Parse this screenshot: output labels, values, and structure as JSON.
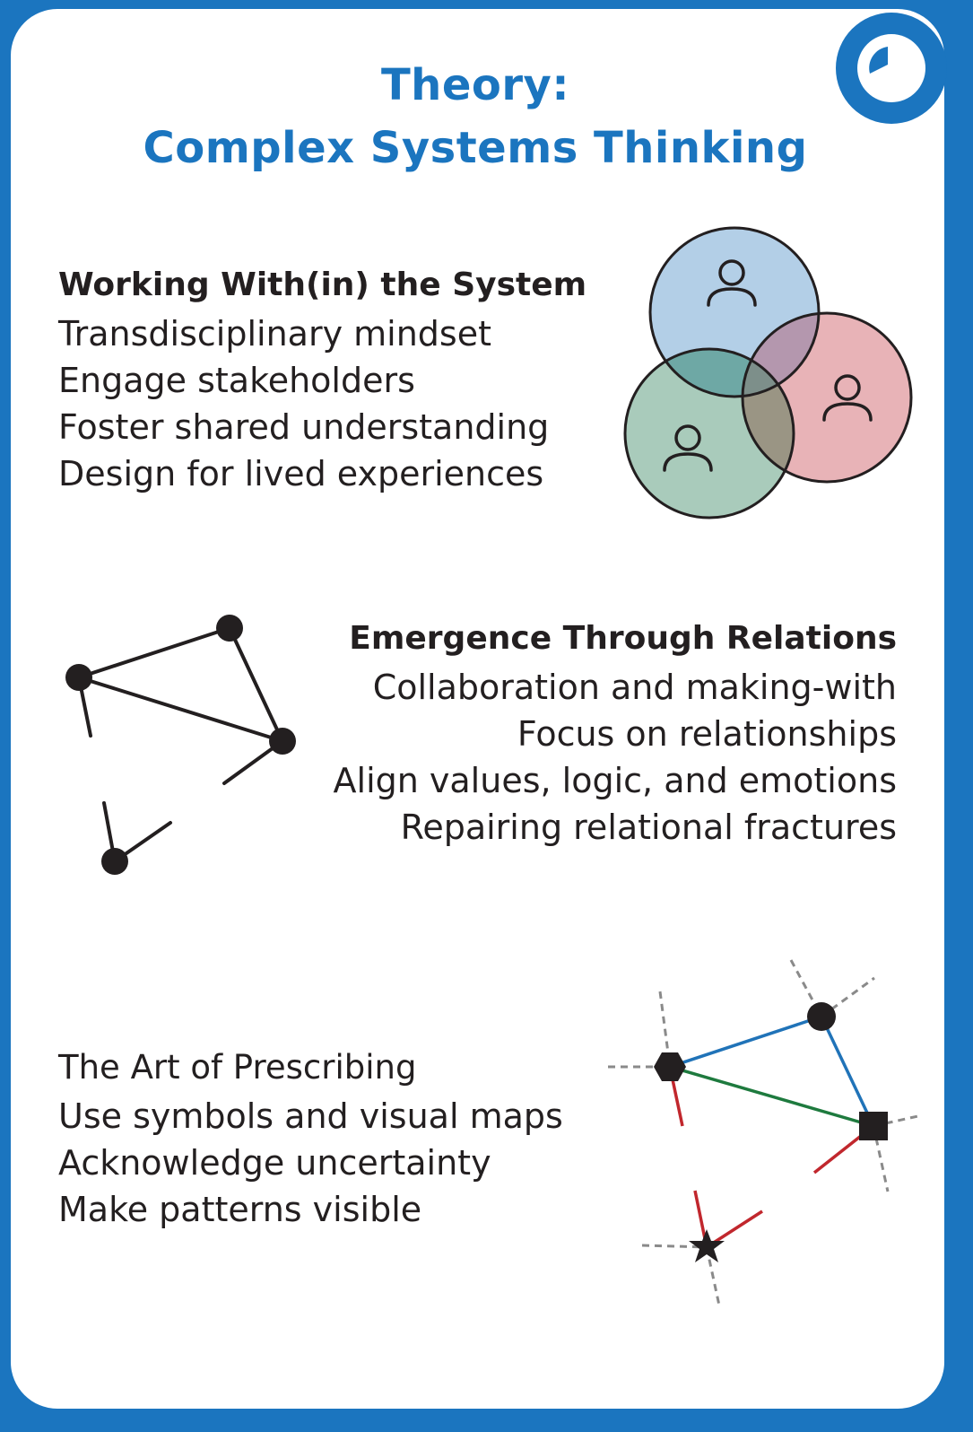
{
  "title": {
    "line1": "Theory:",
    "line2": "Complex Systems Thinking"
  },
  "badge": {
    "icon": "pie-chart-icon"
  },
  "colors": {
    "brand_blue": "#1b75bf",
    "text": "#231f20",
    "circle_blue": "#b3cfe7",
    "circle_pink": "#e8b3b7",
    "circle_green": "#a9cbbb",
    "edge_blue": "#2073b8",
    "edge_green": "#1e7a3e",
    "edge_red": "#c1272d",
    "edge_dashed": "#8a8a8a"
  },
  "sections": [
    {
      "heading": "Working With(in) the System",
      "items": [
        "Transdisciplinary mindset",
        "Engage stakeholders",
        "Foster shared understanding",
        "Design for lived experiences"
      ],
      "icon": "venn-people-icon"
    },
    {
      "heading": "Emergence Through Relations",
      "items": [
        "Collaboration and making-with",
        "Focus on relationships",
        "Align values, logic, and emotions",
        "Repairing relational fractures"
      ],
      "icon": "network-nodes-icon"
    },
    {
      "heading": "The Art of Prescribing",
      "items": [
        "Use symbols and visual maps",
        "Acknowledge uncertainty",
        "Make patterns visible"
      ],
      "icon": "symbol-map-icon"
    }
  ]
}
